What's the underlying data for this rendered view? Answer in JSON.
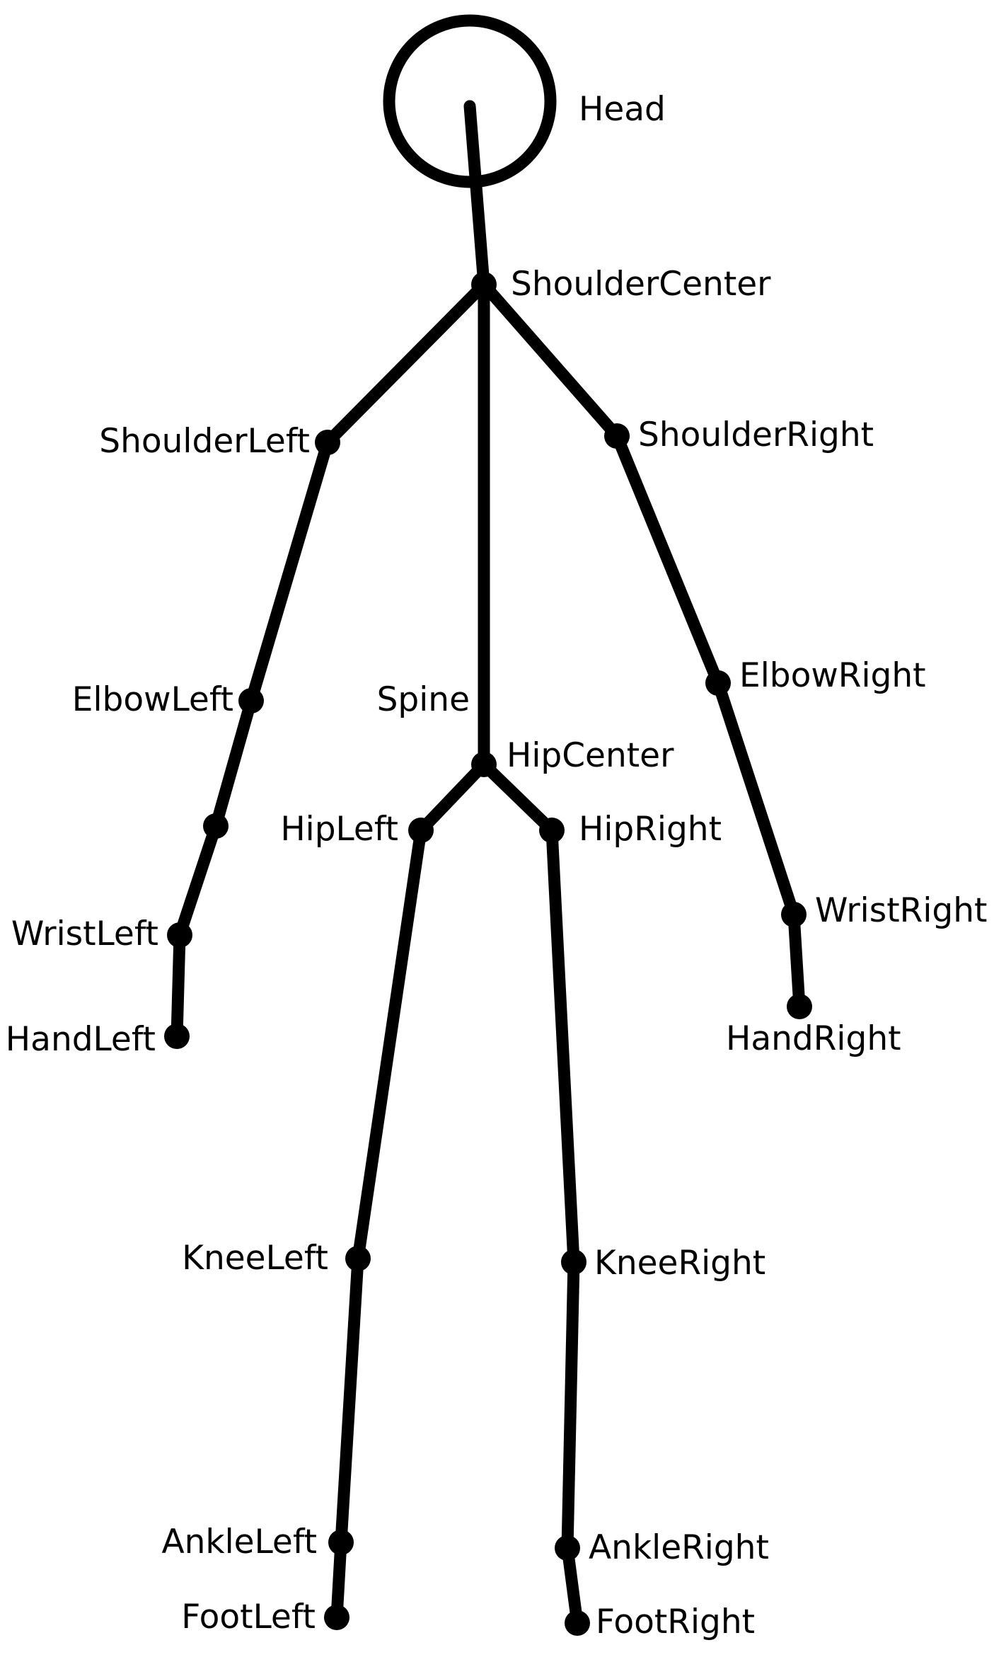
{
  "diagram": {
    "labels": {
      "head": "Head",
      "shoulder_center": "ShoulderCenter",
      "shoulder_left": "ShoulderLeft",
      "shoulder_right": "ShoulderRight",
      "elbow_left": "ElbowLeft",
      "elbow_right": "ElbowRight",
      "spine": "Spine",
      "hip_center": "HipCenter",
      "hip_left": "HipLeft",
      "hip_right": "HipRight",
      "wrist_left": "WristLeft",
      "wrist_right": "WristRight",
      "hand_left": "HandLeft",
      "hand_right": "HandRight",
      "knee_left": "KneeLeft",
      "knee_right": "KneeRight",
      "ankle_left": "AnkleLeft",
      "ankle_right": "AnkleRight",
      "foot_left": "FootLeft",
      "foot_right": "FootRight"
    }
  }
}
